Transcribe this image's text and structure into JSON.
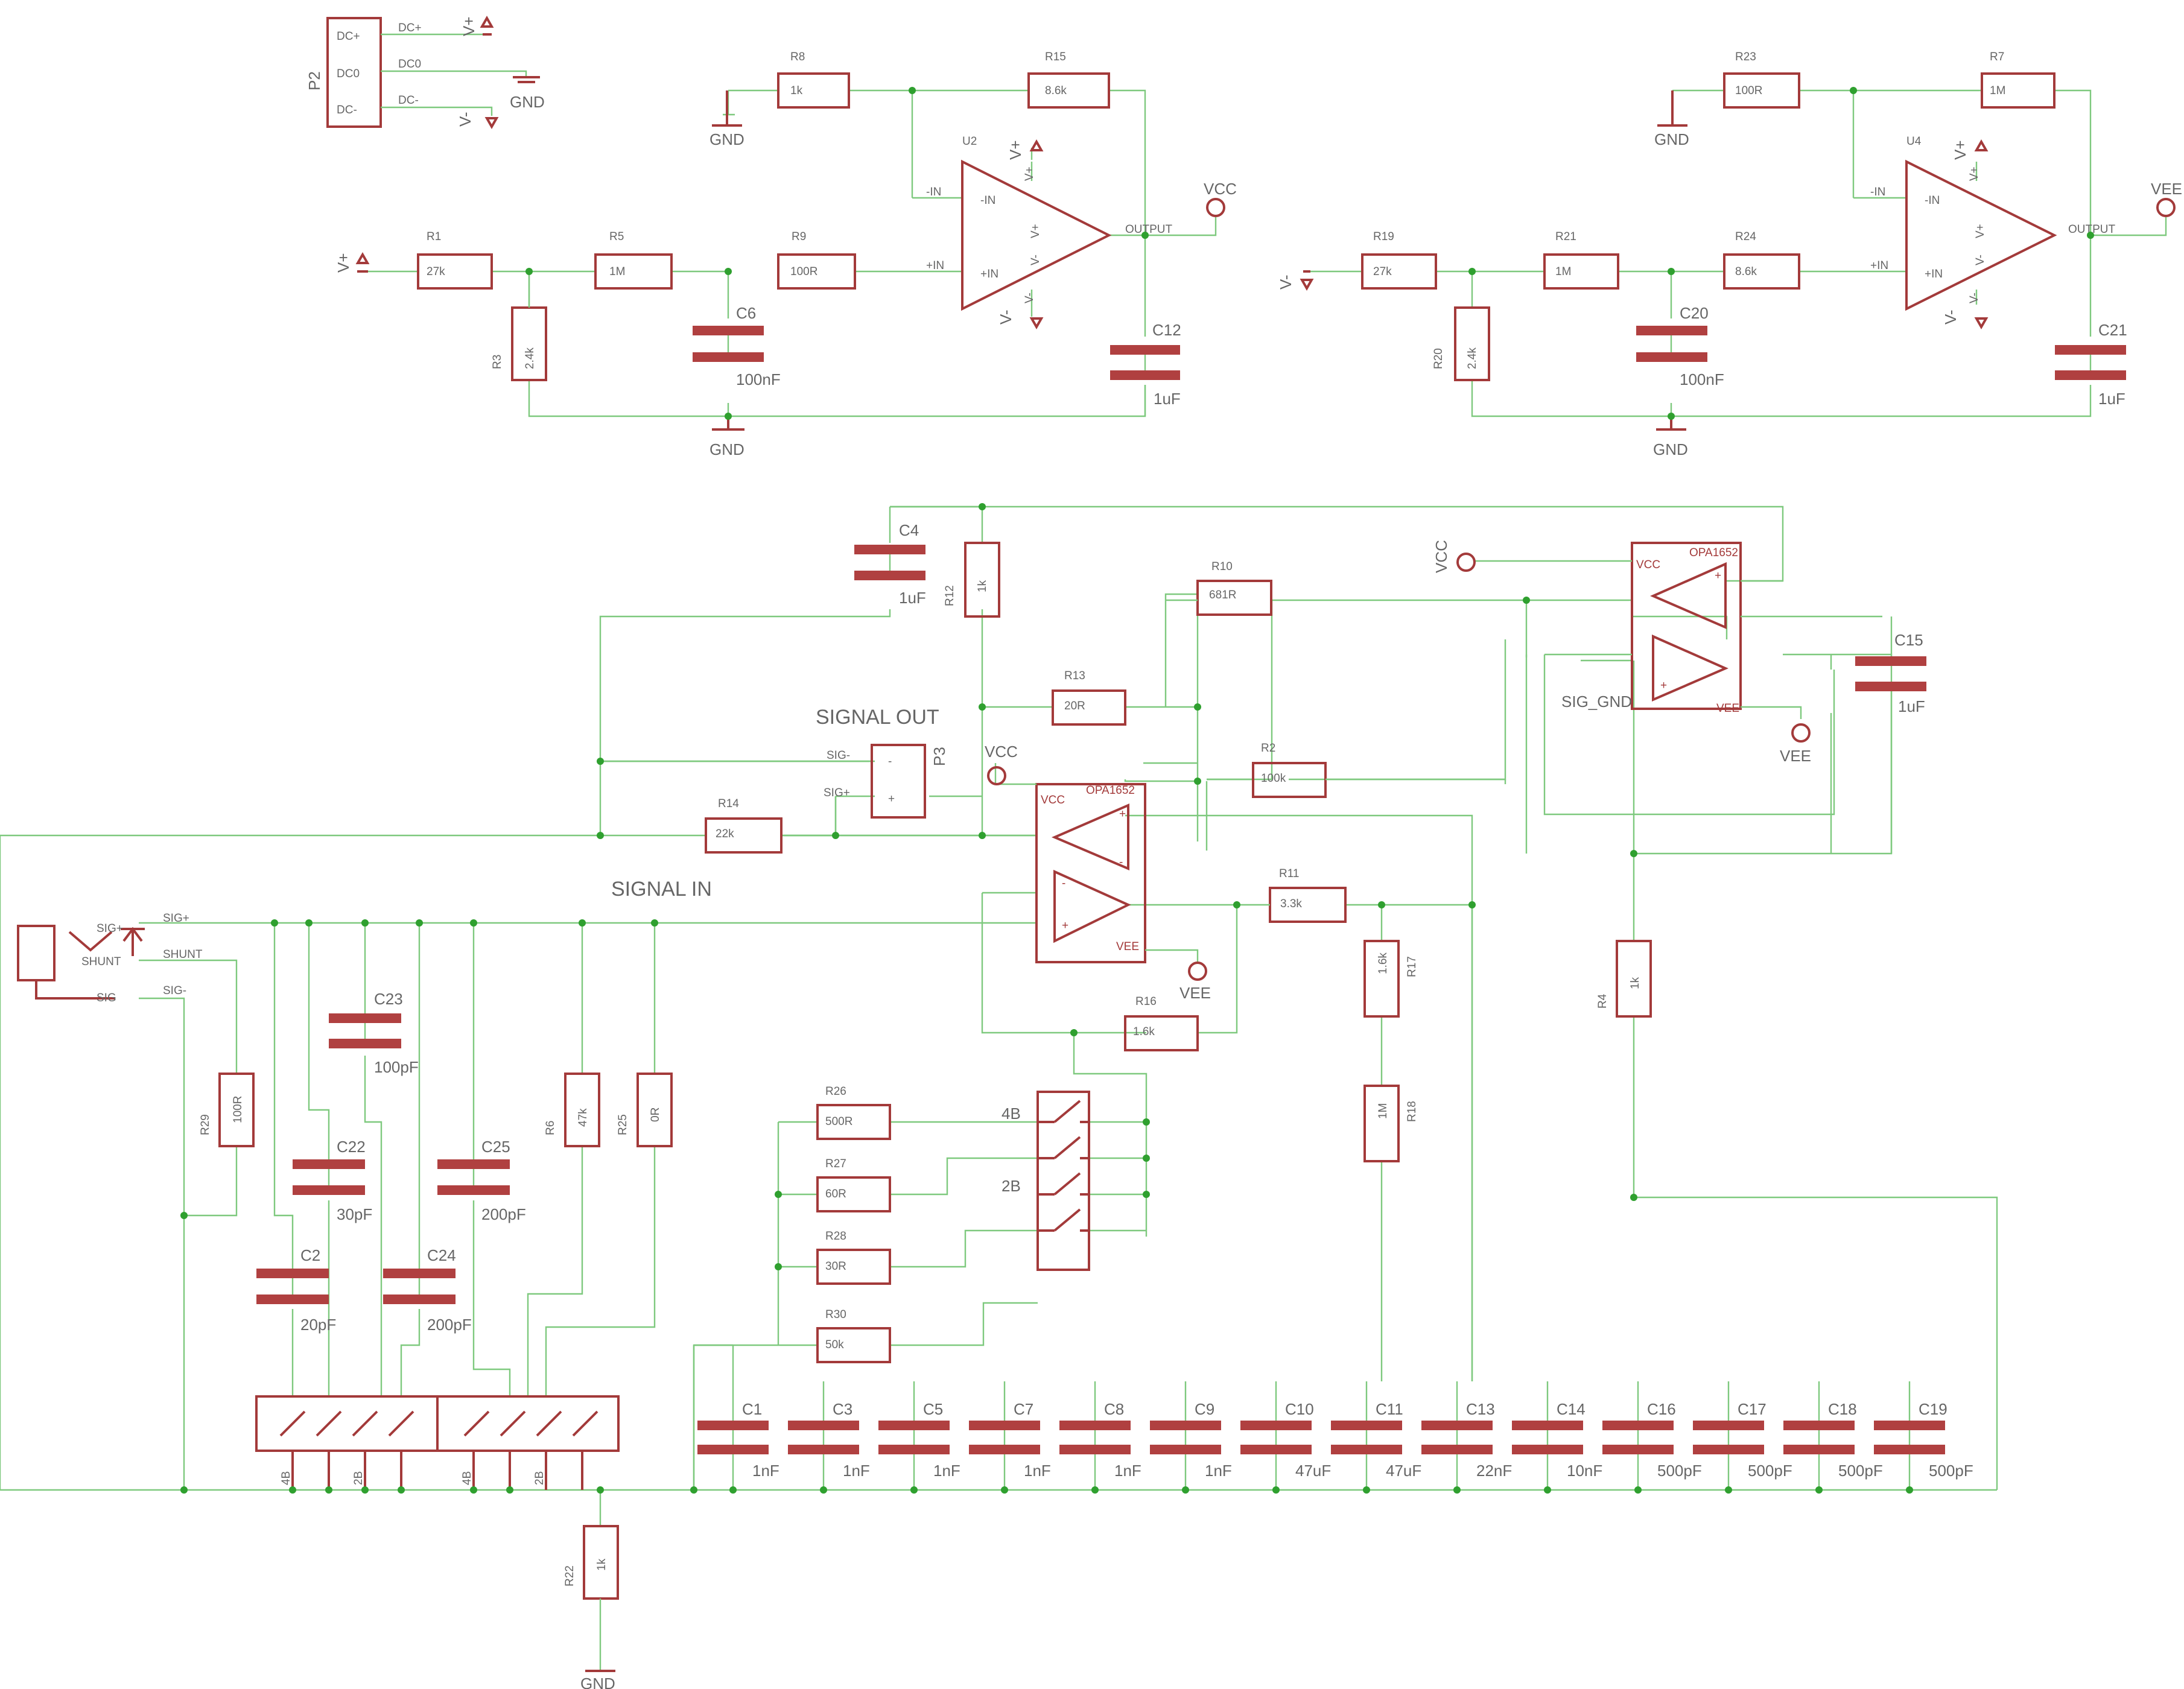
{
  "sections": {
    "signal_out": "SIGNAL OUT",
    "signal_in": "SIGNAL IN"
  },
  "power_connector": {
    "ref": "P2",
    "pins": [
      "DC+",
      "DC0",
      "DC-"
    ],
    "nets": [
      "DC+",
      "DC0",
      "DC-"
    ],
    "rails": [
      "V+",
      "GND",
      "V-"
    ]
  },
  "net_labels": {
    "gnd": "GND",
    "vcc": "VCC",
    "vee": "VEE",
    "vplus": "V+",
    "vminus": "V-",
    "output": "OUTPUT",
    "in_minus": "-IN",
    "in_plus": "+IN",
    "sig_plus": "SIG+",
    "sig_minus": "SIG-",
    "shunt": "SHUNT",
    "sig": "SIG",
    "sig_gnd": "SIG_GND"
  },
  "opamp_pins": {
    "in_minus": "-IN",
    "in_plus": "+IN",
    "vplus": "V+",
    "vminus": "V-"
  },
  "chip_pins": {
    "vcc": "VCC",
    "vee": "VEE",
    "plus": "+",
    "minus": "-"
  },
  "ics": {
    "u2": "U2",
    "u4": "U4",
    "opa1": "OPA1652",
    "opa2": "OPA1652"
  },
  "signal_out_connector": {
    "ref": "P3",
    "pins": [
      "-",
      "+"
    ]
  },
  "switch_labels": [
    "4B",
    "2B",
    "4B",
    "2B",
    "4B",
    "2B"
  ],
  "resistors": [
    {
      "ref": "R1",
      "value": "27k"
    },
    {
      "ref": "R3",
      "value": "2.4k"
    },
    {
      "ref": "R5",
      "value": "1M"
    },
    {
      "ref": "R8",
      "value": "1k"
    },
    {
      "ref": "R9",
      "value": "100R"
    },
    {
      "ref": "R15",
      "value": "8.6k"
    },
    {
      "ref": "R19",
      "value": "27k"
    },
    {
      "ref": "R20",
      "value": "2.4k"
    },
    {
      "ref": "R21",
      "value": "1M"
    },
    {
      "ref": "R22",
      "value": "1k"
    },
    {
      "ref": "R23",
      "value": "100R"
    },
    {
      "ref": "R24",
      "value": "8.6k"
    },
    {
      "ref": "R7",
      "value": "1M"
    },
    {
      "ref": "R12",
      "value": "1k"
    },
    {
      "ref": "R10",
      "value": "681R"
    },
    {
      "ref": "R13",
      "value": "20R"
    },
    {
      "ref": "R2",
      "value": "100k"
    },
    {
      "ref": "R14",
      "value": "22k"
    },
    {
      "ref": "R11",
      "value": "3.3k"
    },
    {
      "ref": "R16",
      "value": "1.6k"
    },
    {
      "ref": "R17",
      "value": "1.6k"
    },
    {
      "ref": "R18",
      "value": "1M"
    },
    {
      "ref": "R4",
      "value": "1k"
    },
    {
      "ref": "R26",
      "value": "500R"
    },
    {
      "ref": "R27",
      "value": "60R"
    },
    {
      "ref": "R28",
      "value": "30R"
    },
    {
      "ref": "R30",
      "value": "50k"
    },
    {
      "ref": "R29",
      "value": "100R"
    },
    {
      "ref": "R6",
      "value": "47k"
    },
    {
      "ref": "R25",
      "value": "0R"
    }
  ],
  "capacitors": [
    {
      "ref": "C6",
      "value": "100nF"
    },
    {
      "ref": "C12",
      "value": "1uF"
    },
    {
      "ref": "C20",
      "value": "100nF"
    },
    {
      "ref": "C21",
      "value": "1uF"
    },
    {
      "ref": "C4",
      "value": "1uF"
    },
    {
      "ref": "C15",
      "value": "1uF"
    },
    {
      "ref": "C23",
      "value": "100pF"
    },
    {
      "ref": "C22",
      "value": "30pF"
    },
    {
      "ref": "C25",
      "value": "200pF"
    },
    {
      "ref": "C2",
      "value": "20pF"
    },
    {
      "ref": "C24",
      "value": "200pF"
    },
    {
      "ref": "C1",
      "value": "1nF"
    },
    {
      "ref": "C3",
      "value": "1nF"
    },
    {
      "ref": "C5",
      "value": "1nF"
    },
    {
      "ref": "C7",
      "value": "1nF"
    },
    {
      "ref": "C8",
      "value": "1nF"
    },
    {
      "ref": "C9",
      "value": "1nF"
    },
    {
      "ref": "C10",
      "value": "47uF"
    },
    {
      "ref": "C11",
      "value": "47uF"
    },
    {
      "ref": "C13",
      "value": "22nF"
    },
    {
      "ref": "C14",
      "value": "10nF"
    },
    {
      "ref": "C16",
      "value": "500pF"
    },
    {
      "ref": "C17",
      "value": "500pF"
    },
    {
      "ref": "C18",
      "value": "500pF"
    },
    {
      "ref": "C19",
      "value": "500pF"
    }
  ],
  "colors": {
    "wire": "#7ec97e",
    "symbol": "#a33a3a",
    "capacitor": "#b04040",
    "junction": "#2fa02f",
    "text": "#666666"
  },
  "icons": {
    "junction": "junction-dot",
    "ground": "ground-icon",
    "supply_arrow": "supply-arrow-icon",
    "net_port": "net-port-circle"
  }
}
